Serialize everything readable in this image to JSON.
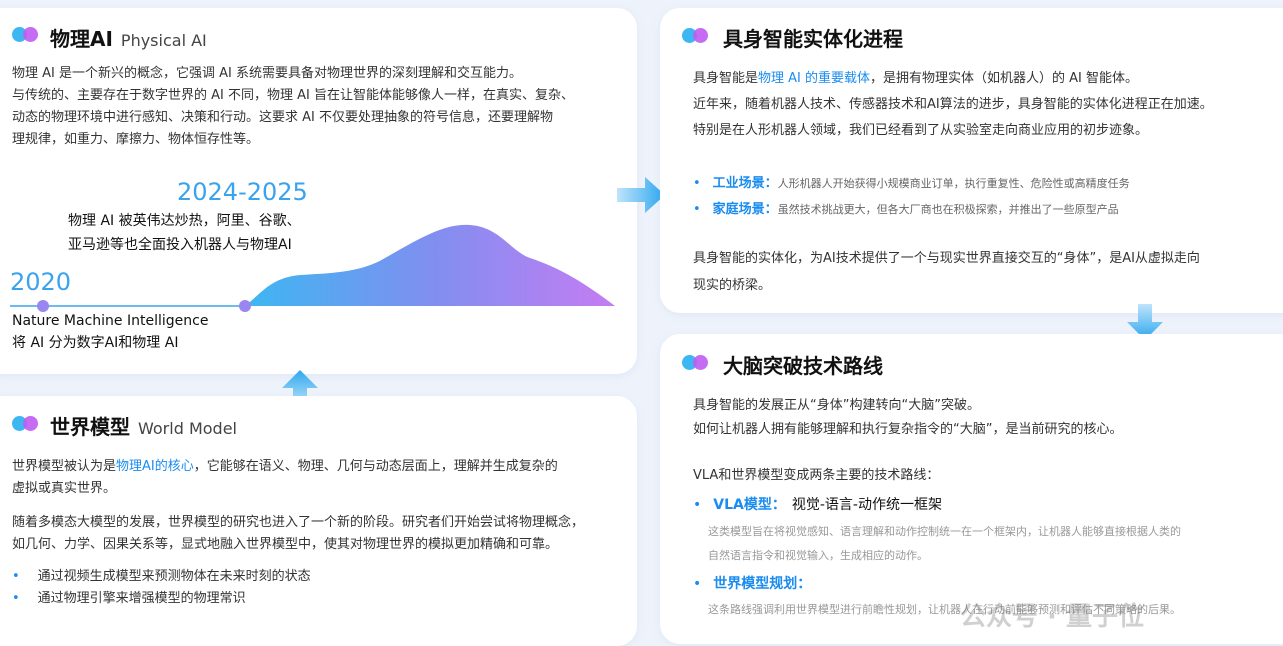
{
  "physical_ai": {
    "title": "物理AI",
    "subtitle": "Physical AI",
    "p1": "物理 AI 是一个新兴的概念，它强调 AI 系统需要具备对物理世界的深刻理解和交互能力。",
    "p2a": "与传统的、主要存在于数字世界的 AI 不同，物理 AI 旨在让智能体能够像人一样，在真实、复杂、",
    "p2b": "动态的物理环境中进行感知、决策和行动。这要求 AI 不仅要处理抽象的符号信息，还要理解物",
    "p2c": "理规律，如重力、摩擦力、物体恒存性等。",
    "timeline": {
      "year1": "2024-2025",
      "desc1a": "物理 AI 被英伟达炒热，阿里、谷歌、",
      "desc1b": "亚马逊等也全面投入机器人与物理AI",
      "year2": "2020",
      "desc2a": "Nature Machine Intelligence",
      "desc2b": "将 AI 分为数字AI和物理 AI"
    }
  },
  "world_model": {
    "title": "世界模型",
    "subtitle": "World Model",
    "p1_pre": "世界模型被认为是",
    "p1_hl": "物理AI的核心",
    "p1_post": "，它能够在语义、物理、几何与动态层面上，理解并生成复杂的",
    "p1b": "虚拟或真实世界。",
    "p2a": "随着多模态大模型的发展，世界模型的研究也进入了一个新的阶段。研究者们开始尝试将物理概念，",
    "p2b": "如几何、力学、因果关系等，显式地融入世界模型中，使其对物理世界的模拟更加精确和可靠。",
    "bullets": [
      "通过视频生成模型来预测物体在未来时刻的状态",
      "通过物理引擎来增强模型的物理常识"
    ]
  },
  "embodied": {
    "title": "具身智能实体化进程",
    "p1_pre": "具身智能是",
    "p1_hl": "物理 AI 的重要载体",
    "p1_post": "，是拥有物理实体（如机器人）的 AI 智能体。",
    "p2": "近年来，随着机器人技术、传感器技术和AI算法的进步，具身智能的实体化进程正在加速。",
    "p3": "特别是在人形机器人领域，我们已经看到了从实验室走向商业应用的初步迹象。",
    "scenes": [
      {
        "label": "工业场景：",
        "text": "人形机器人开始获得小规模商业订单，执行重复性、危险性或高精度任务"
      },
      {
        "label": "家庭场景：",
        "text": "虽然技术挑战更大，但各大厂商也在积极探索，并推出了一些原型产品"
      }
    ],
    "p4a": "具身智能的实体化，为AI技术提供了一个与现实世界直接交互的“身体”，是AI从虚拟走向",
    "p4b": "现实的桥梁。"
  },
  "brain": {
    "title": "大脑突破技术路线",
    "p1": "具身智能的发展正从“身体”构建转向“大脑”突破。",
    "p2": "如何让机器人拥有能够理解和执行复杂指令的“大脑”，是当前研究的核心。",
    "p3": "VLA和世界模型变成两条主要的技术路线：",
    "vla_label": "VLA模型：",
    "vla_title": "视觉-语言-动作统一框架",
    "vla_desc_a": "这类模型旨在将视觉感知、语言理解和动作控制统一在一个框架内，让机器人能够直接根据人类的",
    "vla_desc_b": "自然语言指令和视觉输入，生成相应的动作。",
    "wm_label": "世界模型规划：",
    "wm_desc": "这条路线强调利用世界模型进行前瞻性规划，让机器人在行动前能够预测和评估不同策略的后果。"
  },
  "watermark": "公众号 · 量子位",
  "colors": {
    "accent": "#1a8cf0",
    "dot_blue": "#3db7f2",
    "dot_purple": "#c05cf2"
  }
}
